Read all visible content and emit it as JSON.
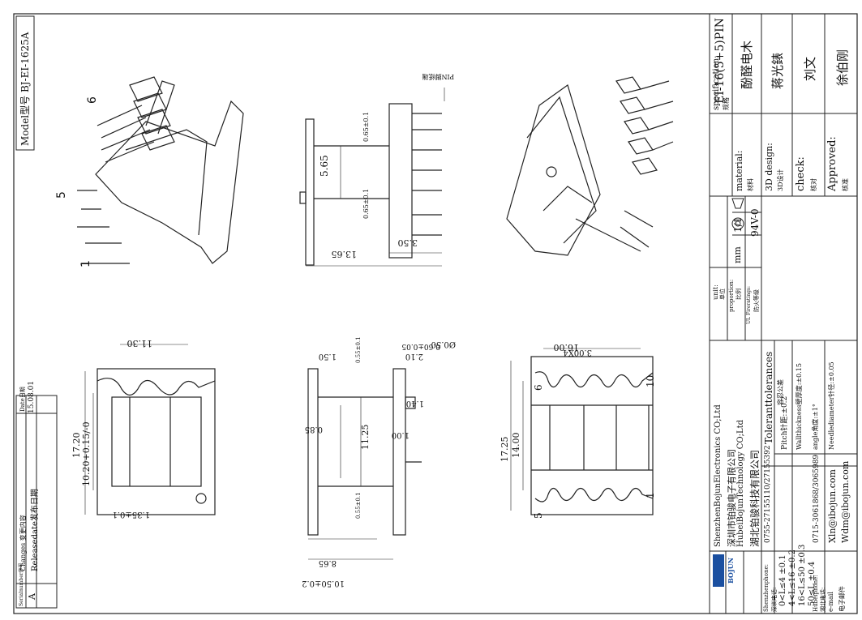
{
  "model": "Model型号 BJ-EI-1625A",
  "changes": {
    "serial_label": "Serialnumber序号",
    "changes_label": "Changes 变更内容",
    "date_label": "Date日期",
    "row_serial": "A",
    "row_change": "Releasedate发布日期",
    "row_date": "15.08.01"
  },
  "title_block": {
    "spec_label": "specification:",
    "spec_cn": "规格",
    "spec_value": "EI-16(5+5)PIN",
    "material_label": "material:",
    "material_cn": "材料",
    "material_value": "酚醛电木",
    "design_label": "3D design:",
    "design_cn": "3D设计",
    "design_value": "蒋光錶",
    "check_label": "check:",
    "check_cn": "核对",
    "check_value": "刘文",
    "approved_label": "Approved:",
    "approved_cn": "核准",
    "approved_value": "徐伯刚",
    "unit_label": "unit:",
    "unit_cn": "单位",
    "unit_value": "mm",
    "proportion_label": "proportion:",
    "proportion_cn": "比例",
    "proportion_value": "1/1",
    "flame_label": "UL Fireratings:",
    "flame_cn": "防火等级",
    "flame_value": "94V-0",
    "tol_title": "Toleranttolerances",
    "tol_cn": "容忍公差",
    "tol_rows": [
      "0<L≤4   ±0.1",
      "4<L≤16   ±0.2",
      "16<L≤50   ±0.3",
      "50≤L   ±0.4"
    ],
    "tol_notes": [
      "Pitch针距:±0.2",
      "Wallthickness壁厚度:±0.15",
      "angle角度:±1°",
      "Needlediameter针径:±0.05"
    ]
  },
  "company": {
    "logo_text": "BOJUN",
    "lines": [
      "ShenzhenBojunElectronics CO;Ltd",
      "深圳市铂骏电子有限公司",
      "HubeiBojunTechnology CO;Ltd",
      "湖北铂骏科技有限公司"
    ],
    "phone1_label": "Shenzhenphone:",
    "phone1_cn": "深圳电话:",
    "phone1": "0755-27155110/27155392",
    "phone2_label": "Hubeiphone:",
    "phone2_cn": "湖北电话:",
    "phone2": "0715-3061868/3065989",
    "email_label": "e-mail",
    "email_cn": "电子邮件",
    "emails": [
      "Xln@ibojun.com",
      "Wdm@ibojun.com"
    ]
  },
  "dims": {
    "d1130": "11.30",
    "d1720": "17.20",
    "d1020": "10.20+0.15/-0",
    "d135": "1.35±0.1",
    "d565": "5.65",
    "d065a": "0.65±0.1",
    "d065b": "0.65±0.1",
    "d1365": "13.65",
    "d350": "3.50",
    "pin": "PIN脚纸端",
    "d150": "1.50",
    "d210": "2.10",
    "d055a": "0.55±0.1",
    "d085": "0.85",
    "d1125": "11.25",
    "d100": "1.00",
    "d055b": "0.55±0.1",
    "d865": "8.65",
    "d1050": "10.50±0.2",
    "d140": "1.40",
    "d060": "0.60±0.05",
    "d050": "Ø0.50",
    "d1600": "16.00",
    "d300": "3.00X4",
    "d1725": "17.25",
    "d1400": "14.00",
    "pin1": "1",
    "pin5": "5",
    "pin6": "6",
    "pin10": "10"
  }
}
